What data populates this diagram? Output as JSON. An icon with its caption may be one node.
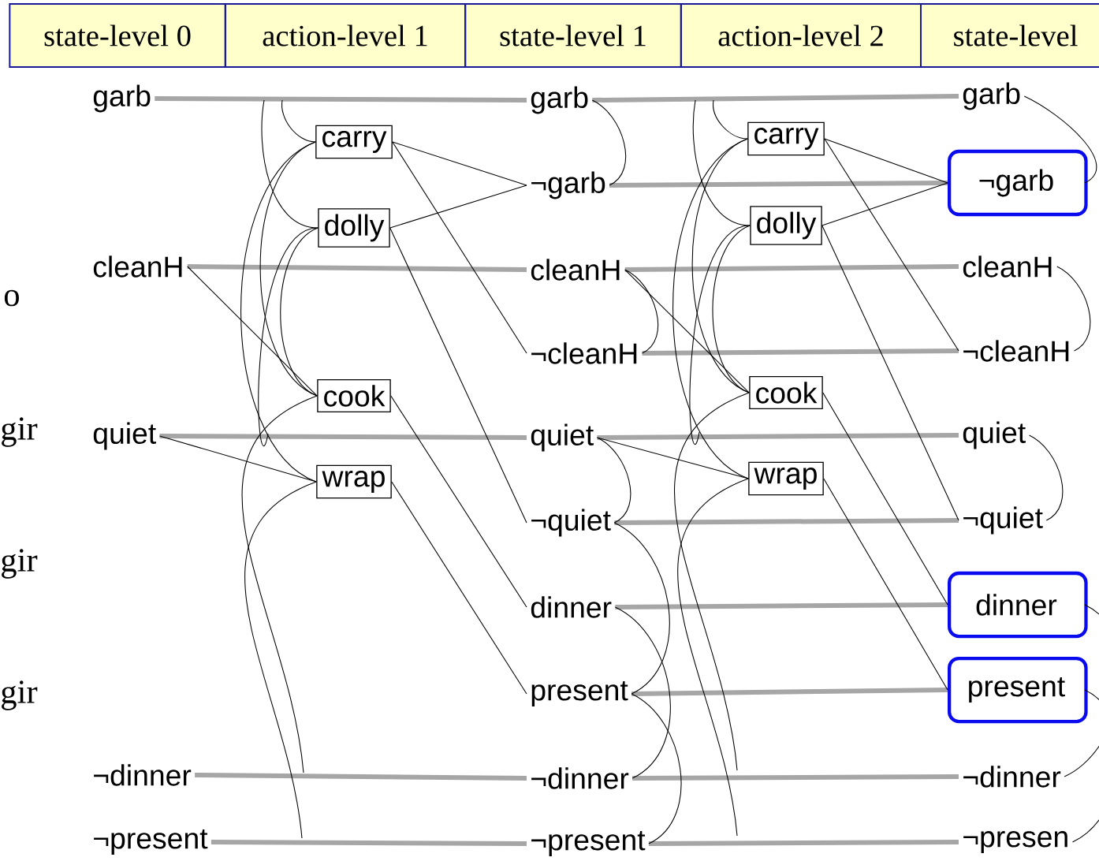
{
  "diagram": {
    "nodes": [
      {
        "text": [
          "state-level 0"
        ]
      },
      {
        "text": [
          "action-level 1"
        ]
      },
      {
        "text": [
          "state-level 1"
        ]
      },
      {
        "text": [
          "action-level 2"
        ]
      },
      {
        "text": [
          "state-level"
        ]
      },
      {
        "text": [
          "garb"
        ]
      },
      {
        "text": [
          "cleanH"
        ]
      },
      {
        "text": [
          "quiet"
        ]
      },
      {
        "text": [
          "¬dinner"
        ]
      },
      {
        "text": [
          "¬present"
        ]
      },
      {
        "text": [
          "carry"
        ]
      },
      {
        "text": [
          "dolly"
        ]
      },
      {
        "text": [
          "cook"
        ]
      },
      {
        "text": [
          "wrap"
        ]
      },
      {
        "text": [
          "garb"
        ]
      },
      {
        "text": [
          "¬garb"
        ]
      },
      {
        "text": [
          "cleanH"
        ]
      },
      {
        "text": [
          "¬cleanH"
        ]
      },
      {
        "text": [
          "quiet"
        ]
      },
      {
        "text": [
          "¬quiet"
        ]
      },
      {
        "text": [
          "dinner"
        ]
      },
      {
        "text": [
          "present"
        ]
      },
      {
        "text": [
          "¬dinner"
        ]
      },
      {
        "text": [
          "¬present"
        ]
      },
      {
        "text": [
          "carry"
        ]
      },
      {
        "text": [
          "dolly"
        ]
      },
      {
        "text": [
          "cook"
        ]
      },
      {
        "text": [
          "wrap"
        ]
      },
      {
        "text": [
          "garb"
        ]
      },
      {
        "text": [],
        "shape": "box"
      },
      {
        "text": [
          "¬garb"
        ],
        "in": 29
      },
      {
        "text": [
          "cleanH"
        ]
      },
      {
        "text": [
          "¬cleanH"
        ]
      },
      {
        "text": [
          "quiet"
        ]
      },
      {
        "text": [
          "¬quiet"
        ]
      },
      {
        "text": [],
        "shape": "box"
      },
      {
        "text": [
          "dinner"
        ],
        "in": 35
      },
      {
        "text": [],
        "shape": "box"
      },
      {
        "text": [
          "present"
        ],
        "in": 37
      },
      {
        "text": [
          "¬dinner"
        ]
      },
      {
        "text": [
          "¬presen"
        ]
      }
    ],
    "edges": [
      {
        "from": 5,
        "to": 14,
        "arrow": "none",
        "style": "thick",
        "color": "#a6a6a6"
      },
      {
        "from": 6,
        "to": 16,
        "arrow": "none",
        "style": "thick",
        "color": "#a6a6a6"
      },
      {
        "from": 7,
        "to": 18,
        "arrow": "none",
        "style": "thick",
        "color": "#a6a6a6"
      },
      {
        "from": 8,
        "to": 22,
        "arrow": "none",
        "style": "thick",
        "color": "#a6a6a6"
      },
      {
        "from": 9,
        "to": 23,
        "arrow": "none",
        "style": "thick",
        "color": "#a6a6a6"
      },
      {
        "from": 14,
        "to": 28,
        "arrow": "none",
        "style": "thick",
        "color": "#a6a6a6"
      },
      {
        "from": 15,
        "to": 30,
        "arrow": "none",
        "style": "thick",
        "color": "#a6a6a6"
      },
      {
        "from": 16,
        "to": 31,
        "arrow": "none",
        "style": "thick",
        "color": "#a6a6a6"
      },
      {
        "from": 17,
        "to": 32,
        "arrow": "none",
        "style": "thick",
        "color": "#a6a6a6"
      },
      {
        "from": 18,
        "to": 33,
        "arrow": "none",
        "style": "thick",
        "color": "#a6a6a6"
      },
      {
        "from": 19,
        "to": 34,
        "arrow": "none",
        "style": "thick",
        "color": "#a6a6a6"
      },
      {
        "from": 20,
        "to": 36,
        "arrow": "none",
        "style": "thick",
        "color": "#a6a6a6"
      },
      {
        "from": 21,
        "to": 38,
        "arrow": "none",
        "style": "thick",
        "color": "#a6a6a6"
      },
      {
        "from": 22,
        "to": 39,
        "arrow": "none",
        "style": "thick",
        "color": "#a6a6a6"
      },
      {
        "from": 23,
        "to": 40,
        "arrow": "none",
        "style": "thick",
        "color": "#a6a6a6"
      },
      {
        "from": 6,
        "to": 12,
        "arrow": "none"
      },
      {
        "from": 7,
        "to": 13,
        "arrow": "none"
      },
      {
        "from": 10,
        "to": 15,
        "arrow": "none"
      },
      {
        "from": 10,
        "to": 17,
        "arrow": "none"
      },
      {
        "from": 11,
        "to": 15,
        "arrow": "none"
      },
      {
        "from": 11,
        "to": 19,
        "arrow": "none"
      },
      {
        "from": 12,
        "to": 20,
        "arrow": "none"
      },
      {
        "from": 13,
        "to": 21,
        "arrow": "none"
      },
      {
        "from": 16,
        "to": 26,
        "arrow": "none"
      },
      {
        "from": 18,
        "to": 27,
        "arrow": "none"
      },
      {
        "from": 24,
        "to": 30,
        "arrow": "none"
      },
      {
        "from": 24,
        "to": 32,
        "arrow": "none"
      },
      {
        "from": 25,
        "to": 30,
        "arrow": "none"
      },
      {
        "from": 25,
        "to": 34,
        "arrow": "none"
      },
      {
        "from": 26,
        "to": 36,
        "arrow": "none"
      },
      {
        "from": 27,
        "to": 38,
        "arrow": "none"
      },
      {
        "from": null,
        "to": 10,
        "arrow": "none"
      },
      {
        "from": null,
        "to": 11,
        "arrow": "none"
      },
      {
        "from": 10,
        "to": 12,
        "arrow": "none"
      },
      {
        "from": 11,
        "to": 12,
        "arrow": "none"
      },
      {
        "from": 10,
        "to": 13,
        "arrow": "none"
      },
      {
        "from": null,
        "to": 11,
        "arrow": "none"
      },
      {
        "from": 12,
        "to": null,
        "arrow": "none"
      },
      {
        "from": 13,
        "to": null,
        "arrow": "none"
      },
      {
        "from": 14,
        "to": 15,
        "arrow": "none"
      },
      {
        "from": 16,
        "to": 17,
        "arrow": "none"
      },
      {
        "from": 18,
        "to": 19,
        "arrow": "none"
      },
      {
        "from": 20,
        "to": 22,
        "arrow": "none"
      },
      {
        "from": 21,
        "to": 23,
        "arrow": "none"
      },
      {
        "from": 19,
        "to": 21,
        "arrow": "none"
      },
      {
        "from": null,
        "to": 24,
        "arrow": "none"
      },
      {
        "from": null,
        "to": 25,
        "arrow": "none"
      },
      {
        "from": 24,
        "to": 26,
        "arrow": "none"
      },
      {
        "from": 25,
        "to": 26,
        "arrow": "none"
      },
      {
        "from": 24,
        "to": 27,
        "arrow": "none"
      },
      {
        "from": null,
        "to": 25,
        "arrow": "none"
      },
      {
        "from": 26,
        "to": null,
        "arrow": "none"
      },
      {
        "from": 27,
        "to": null,
        "arrow": "none"
      },
      {
        "from": 28,
        "to": 30,
        "arrow": "none"
      },
      {
        "from": 31,
        "to": 32,
        "arrow": "none"
      },
      {
        "from": 33,
        "to": 34,
        "arrow": "none"
      },
      {
        "from": 36,
        "to": 39,
        "arrow": "none"
      },
      {
        "from": 38,
        "to": 40,
        "arrow": "none"
      }
    ],
    "labels": [
      "o",
      "gir",
      "gir",
      "gir"
    ]
  }
}
